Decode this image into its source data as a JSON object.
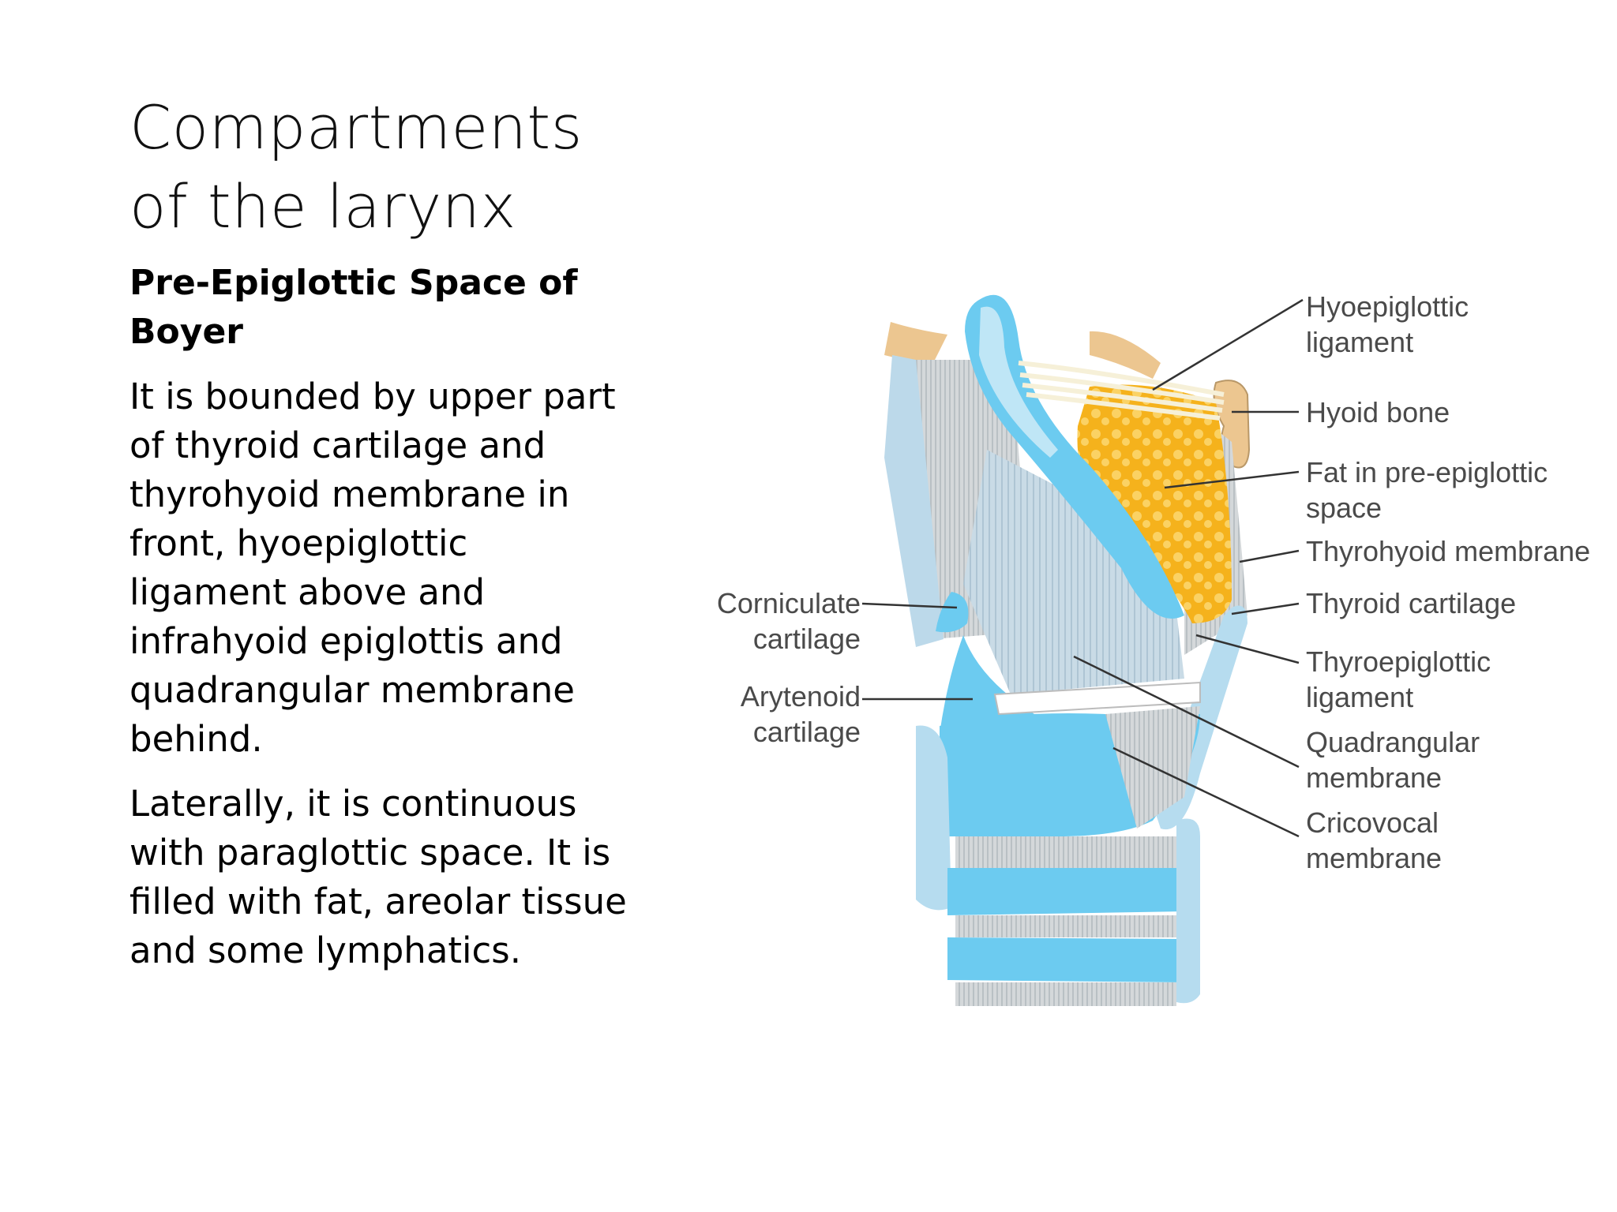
{
  "slide": {
    "title_line1": "Compartments",
    "title_line2": "of the larynx",
    "subheading_line1": "Pre-Epiglottic Space of",
    "subheading_line2": "Boyer",
    "paragraph1": "It is bounded by upper part of thyroid cartilage and thyrohyoid membrane in front, hyoepiglottic ligament above and infrahyoid epiglottis and quadrangular membrane behind.",
    "paragraph2": "Laterally, it is continuous with paraglottic space. It is filled with fat, areolar tissue and some lymphatics."
  },
  "figure": {
    "labels": {
      "hyoepiglottic_1": "Hyoepiglottic",
      "hyoepiglottic_2": "ligament",
      "hyoid": "Hyoid bone",
      "fat_1": "Fat in pre-epiglottic",
      "fat_2": "space",
      "thyrohyoid": "Thyrohyoid membrane",
      "thyroid": "Thyroid cartilage",
      "thyroepiglottic_1": "Thyroepiglottic",
      "thyroepiglottic_2": "ligament",
      "quadrangular_1": "Quadrangular",
      "quadrangular_2": "membrane",
      "cricovocal_1": "Cricovocal",
      "cricovocal_2": "membrane",
      "corniculate_1": "Corniculate",
      "corniculate_2": "cartilage",
      "arytenoid_1": "Arytenoid",
      "arytenoid_2": "cartilage"
    },
    "colors": {
      "cartilage_blue": "#6ccbf0",
      "pale_blue": "#b6dcef",
      "membrane_grey": "#d5dde0",
      "fat_yellow": "#f7b81f",
      "hyoid_tan": "#ecc690",
      "leader_line": "#333333"
    }
  }
}
